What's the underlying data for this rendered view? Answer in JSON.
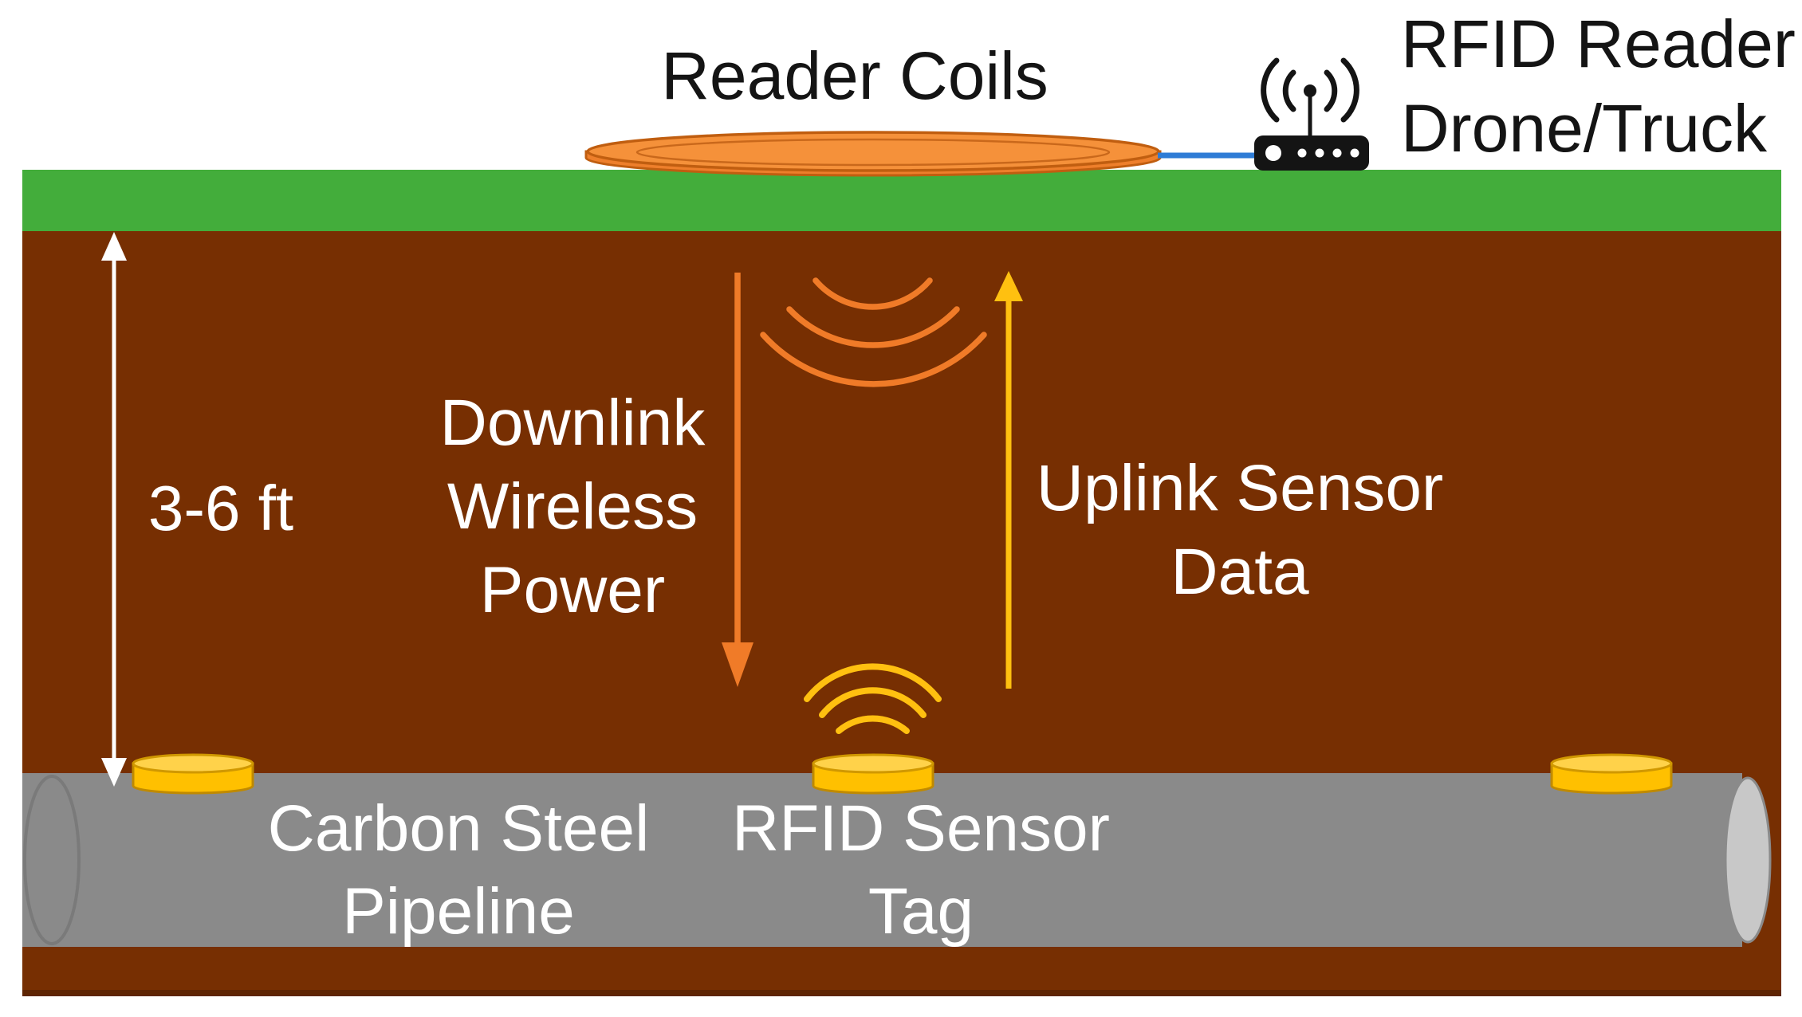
{
  "labels": {
    "reader_coils": "Reader Coils",
    "rfid_reader": {
      "line1": "RFID Reader",
      "line2": "Drone/Truck"
    },
    "downlink": {
      "line1": "Downlink",
      "line2": "Wireless",
      "line3": "Power"
    },
    "uplink": {
      "line1": "Uplink Sensor",
      "line2": "Data"
    },
    "depth": "3-6 ft",
    "pipeline_label": {
      "line1": "Carbon Steel",
      "line2": "Pipeline"
    },
    "sensor_tag_label": {
      "line1": "RFID Sensor",
      "line2": "Tag"
    }
  },
  "icons": {
    "rfid_reader_unit": "router-with-antenna-icon",
    "reader_coil": "orange-coil-disc",
    "sensor_tags": "yellow-tag-disc",
    "downlink_waves": "downward-wave-arcs",
    "uplink_waves": "upward-wave-arcs"
  },
  "colors": {
    "soil": "#772F02",
    "soil_edge": "#5E2503",
    "grass": "#43AD3B",
    "pipeline": "#8A8A8A",
    "pipeline_cap": "#C8C8C8",
    "coil_orange": "#EE7F2B",
    "coil_top_orange": "#F5913A",
    "coil_rim": "#C05E10",
    "tag_yellow": "#FFC000",
    "tag_top_yellow": "#FFD24A",
    "downlink_arrow": "#F07B28",
    "uplink_arrow": "#FFC010",
    "wire_blue": "#2E7CD6",
    "depth_arrow": "#FFFFFF",
    "text_dark": "#141414",
    "text_light": "#FFFFFF"
  }
}
